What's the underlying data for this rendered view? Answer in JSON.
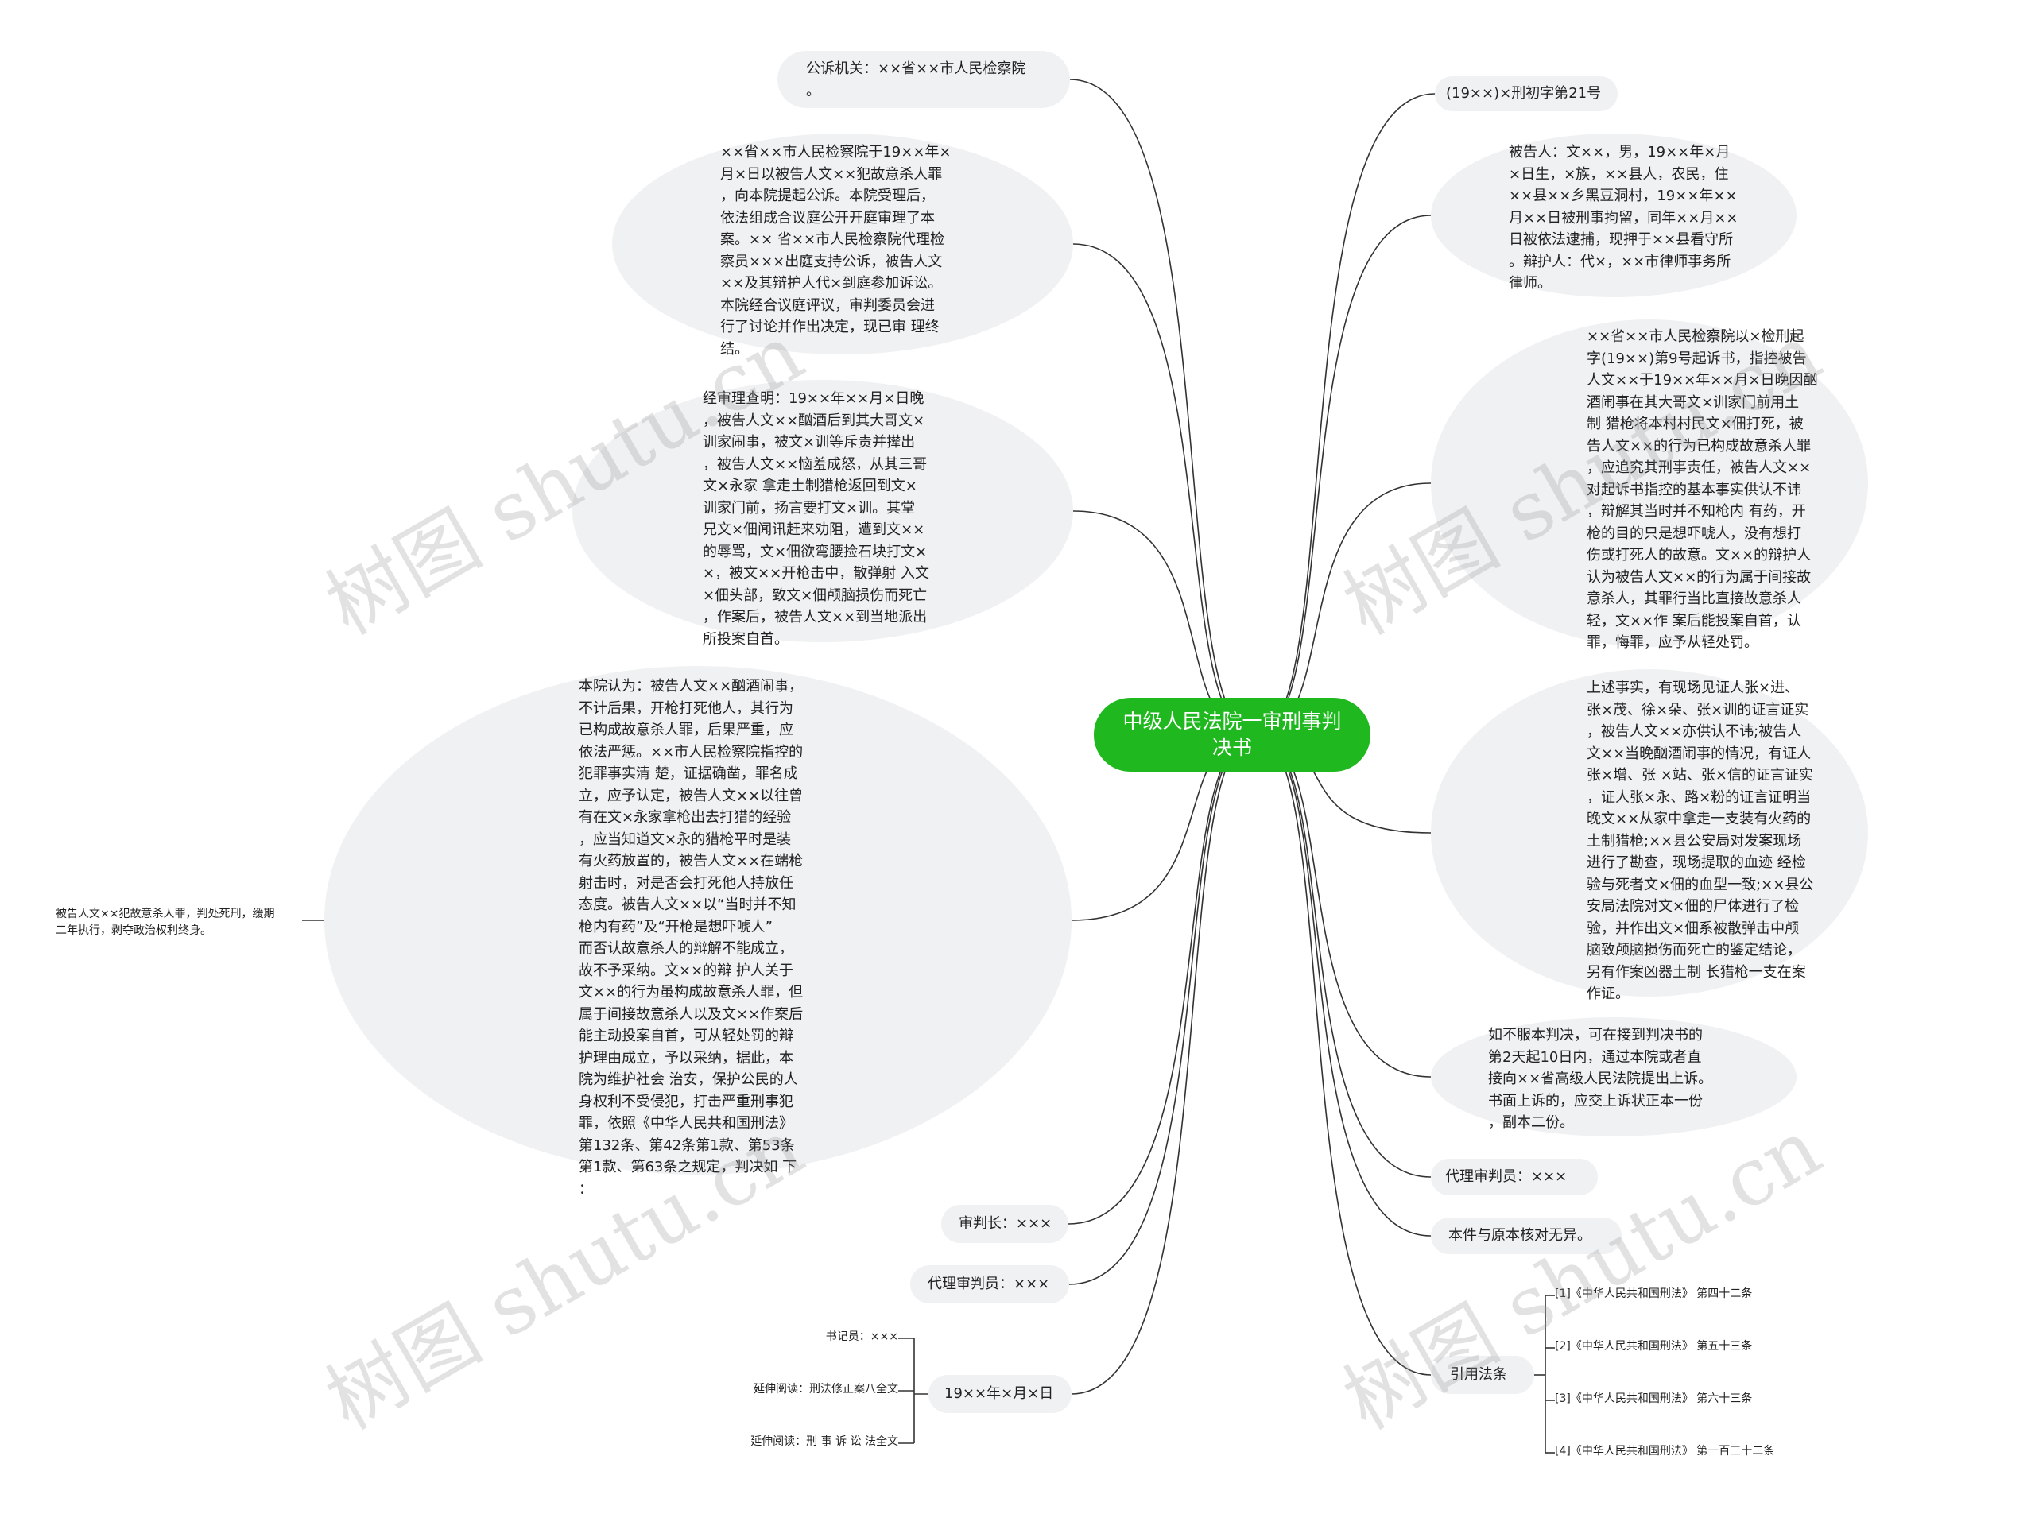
{
  "center": "中级人民法院一审刑事判决书",
  "right": {
    "case_no": "(19××)×刑初字第21号",
    "defendant": "被告人：文××，男，19××年×月\n×日生，×族，××县人，农民，住\n××县××乡黑豆洞村，19××年××\n月××日被刑事拘留，同年××月××\n日被依法逮捕，现押于××县看守所\n。辩护人：代×，××市律师事务所\n律师。",
    "prosecution": "××省××市人民检察院以×检刑起\n字(19××)第9号起诉书，指控被告\n人文××于19××年××月×日晚因酗\n酒闹事在其大哥文×训家门前用土\n制 猎枪将本村村民文×佃打死，被\n告人文××的行为已构成故意杀人罪\n，应追究其刑事责任，被告人文××\n对起诉书指控的基本事实供认不讳\n，辩解其当时并不知枪内 有药，开\n枪的目的只是想吓唬人，没有想打\n伤或打死人的故意。文××的辩护人\n认为被告人文××的行为属于间接故\n意杀人，其罪行当比直接故意杀人\n轻，文××作 案后能投案自首，认\n罪，悔罪，应予从轻处罚。",
    "evidence": "上述事实，有现场见证人张×进、\n张×茂、徐×朵、张×训的证言证实\n，被告人文××亦供认不讳;被告人\n文××当晚酗酒闹事的情况，有证人\n张×增、张 ×站、张×信的证言证实\n，证人张×永、路×粉的证言证明当\n晚文××从家中拿走一支装有火药的\n土制猎枪;××县公安局对发案现场\n进行了勘查，现场提取的血迹 经检\n验与死者文×佃的血型一致;××县公\n安局法院对文×佃的尸体进行了检\n验，并作出文×佃系被散弹击中颅\n脑致颅脑损伤而死亡的鉴定结论，\n另有作案凶器土制 长猎枪一支在案\n作证。",
    "appeal": "如不服本判决，可在接到判决书的\n第2天起10日内，通过本院或者直\n接向××省高级人民法院提出上诉。\n书面上诉的，应交上诉状正本一份\n，副本二份。",
    "acting_judge": "代理审判员：×××",
    "verified": "本件与原本核对无异。",
    "laws_label": "引用法条",
    "laws": [
      "[1]《中华人民共和国刑法》 第四十二条",
      "[2]《中华人民共和国刑法》 第五十三条",
      "[3]《中华人民共和国刑法》 第六十三条",
      "[4]《中华人民共和国刑法》 第一百三十二条"
    ]
  },
  "left": {
    "prosecutor": "公诉机关：××省××市人民检察院\n。",
    "procedure": "××省××市人民检察院于19××年×\n月×日以被告人文××犯故意杀人罪\n，向本院提起公诉。本院受理后，\n依法组成合议庭公开开庭审理了本\n案。×× 省××市人民检察院代理检\n察员×××出庭支持公诉，被告人文\n××及其辩护人代×到庭参加诉讼。\n本院经合议庭评议，审判委员会进\n行了讨论并作出决定，现已审 理终\n结。",
    "facts": "经审理查明：19××年××月×日晚\n，被告人文××酗酒后到其大哥文×\n训家闹事，被文×训等斥责并撵出\n，被告人文××恼羞成怒，从其三哥\n文×永家 拿走土制猎枪返回到文×\n训家门前，扬言要打文×训。其堂\n兄文×佃闻讯赶来劝阻，遭到文××\n的辱骂，文×佃欲弯腰捡石块打文×\n×，被文××开枪击中，散弹射 入文\n×佃头部，致文×佃颅脑损伤而死亡\n，作案后，被告人文××到当地派出\n所投案自首。",
    "opinion": "本院认为：被告人文××酗酒闹事，\n不计后果，开枪打死他人，其行为\n已构成故意杀人罪，后果严重，应\n依法严惩。××市人民检察院指控的\n犯罪事实清 楚，证据确凿，罪名成\n立，应予认定，被告人文××以往曾\n有在文×永家拿枪出去打猎的经验\n，应当知道文×永的猎枪平时是装\n有火药放置的，被告人文××在端枪\n 射击时，对是否会打死他人持放任\n态度。被告人文××以“当时并不知\n枪内有药”及“开枪是想吓唬人”\n而否认故意杀人的辩解不能成立，\n故不予采纳。文××的辩 护人关于\n文××的行为虽构成故意杀人罪，但\n属于间接故意杀人以及文××作案后\n能主动投案自首，可从轻处罚的辩\n护理由成立，予以采纳，据此，本\n院为维护社会 治安，保护公民的人\n身权利不受侵犯，打击严重刑事犯\n罪，依照《中华人民共和国刑法》\n第132条、第42条第1款、第53条\n第1款、第63条之规定，判决如 下\n：",
    "verdict": "被告人文××犯故意杀人罪，判处死刑，缓期\n二年执行，剥夺政治权利终身。",
    "chief_judge": "审判长：×××",
    "acting_judge": "代理审判员：×××",
    "date": "19××年×月×日",
    "date_children": [
      "书记员：×××",
      "延伸阅读：刑法修正案八全文",
      "延伸阅读：刑 事 诉 讼 法全文"
    ]
  },
  "watermark": "树图 shutu.cn",
  "colors": {
    "center": "#1fb91f",
    "node_bg": "#eff1f3",
    "line": "#333333"
  }
}
